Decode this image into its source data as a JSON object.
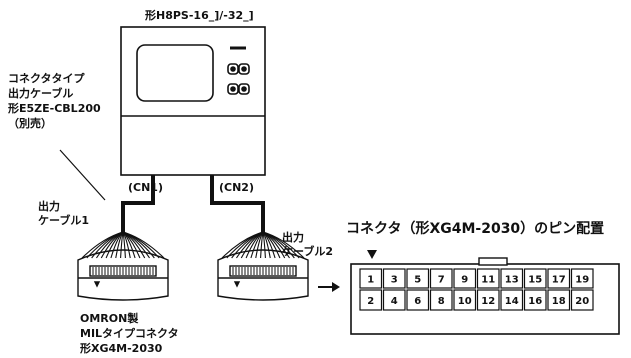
{
  "model_label": "形H8PS-16_]/-32_]",
  "cable_note": [
    "コネクタタイプ",
    "出力ケーブル",
    "形E5ZE-CBL200",
    "（別売）"
  ],
  "cn1": "(CN1)",
  "cn2": "(CN2)",
  "cable1": [
    "出力",
    "ケーブル1"
  ],
  "cable2": [
    "出力",
    "ケーブル2"
  ],
  "connector_note": [
    "OMRON製",
    "MILタイプコネクタ",
    "形XG4M-2030"
  ],
  "pin_title": "コネクタ（形XG4M-2030）のピン配置",
  "pins": {
    "top": [
      "1",
      "3",
      "5",
      "7",
      "9",
      "11",
      "13",
      "15",
      "17",
      "19"
    ],
    "bottom": [
      "2",
      "4",
      "6",
      "8",
      "10",
      "12",
      "14",
      "16",
      "18",
      "20"
    ]
  }
}
